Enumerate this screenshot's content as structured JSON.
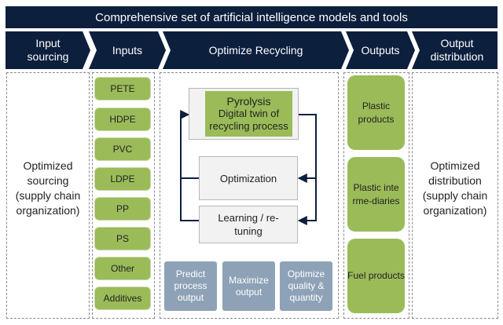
{
  "banner": "Comprehensive set of artificial intelligence models and tools",
  "stages": [
    "Input sourcing",
    "Inputs",
    "Optimize Recycling",
    "Outputs",
    "Output distribution"
  ],
  "left_text": "Optimized sourcing (supply chain organization)",
  "right_text": "Optimized distribution (supply chain organization)",
  "inputs": [
    "PETE",
    "HDPE",
    "PVC",
    "LDPE",
    "PP",
    "PS",
    "Other",
    "Additives"
  ],
  "recycling": {
    "pyrolysis_title": "Pyrolysis",
    "pyrolysis_sub": "Digital twin of recycling process",
    "optimization": "Optimization",
    "learning": "Learning / re-tuning",
    "actions": [
      "Predict process output",
      "Maximize output",
      "Optimize quality & quantity"
    ]
  },
  "outputs": [
    "Plastic products",
    "Plastic interme-diaries",
    "Fuel products"
  ],
  "colors": {
    "navy": "#0c1f3d",
    "green": "#9bbb59",
    "grey_blue": "#8ea2b7"
  }
}
